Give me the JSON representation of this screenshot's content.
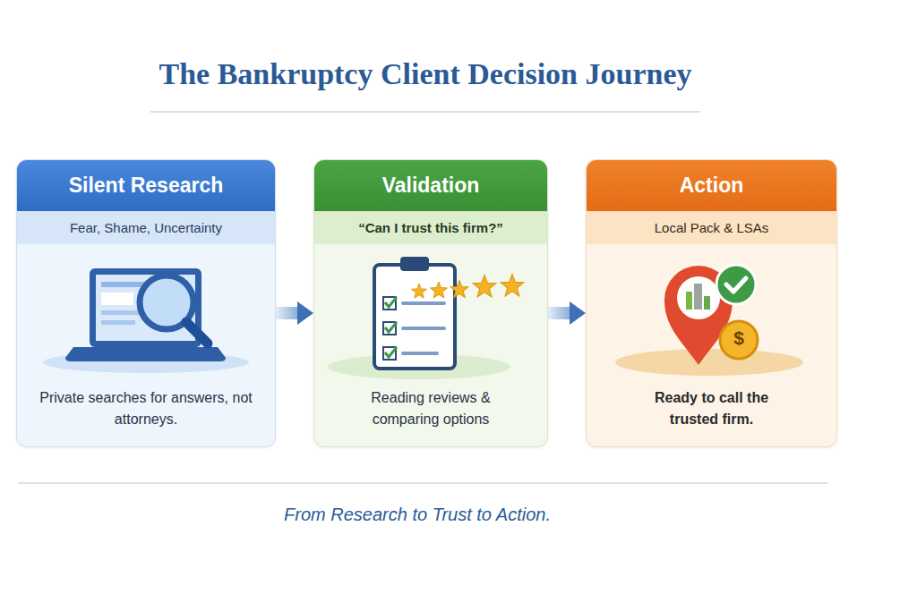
{
  "diagram": {
    "title": "The Bankruptcy Client Decision Journey",
    "caption": "From Research to Trust to Action.",
    "nodes": [
      {
        "text": [
          "Silent Research",
          "Fear, Shame, Uncertainty",
          "Private searches for answers, not attorneys."
        ]
      },
      {
        "text": [
          "Validation",
          "“Can I trust this firm?”",
          "Reading reviews & comparing options"
        ]
      },
      {
        "text": [
          "Action",
          "Local Pack & LSAs",
          "Ready to call the trusted firm."
        ]
      }
    ],
    "edges": [
      {
        "from": 0,
        "to": 1,
        "arrow": "to"
      },
      {
        "from": 1,
        "to": 2,
        "arrow": "to"
      }
    ],
    "labels": [
      "$"
    ]
  }
}
